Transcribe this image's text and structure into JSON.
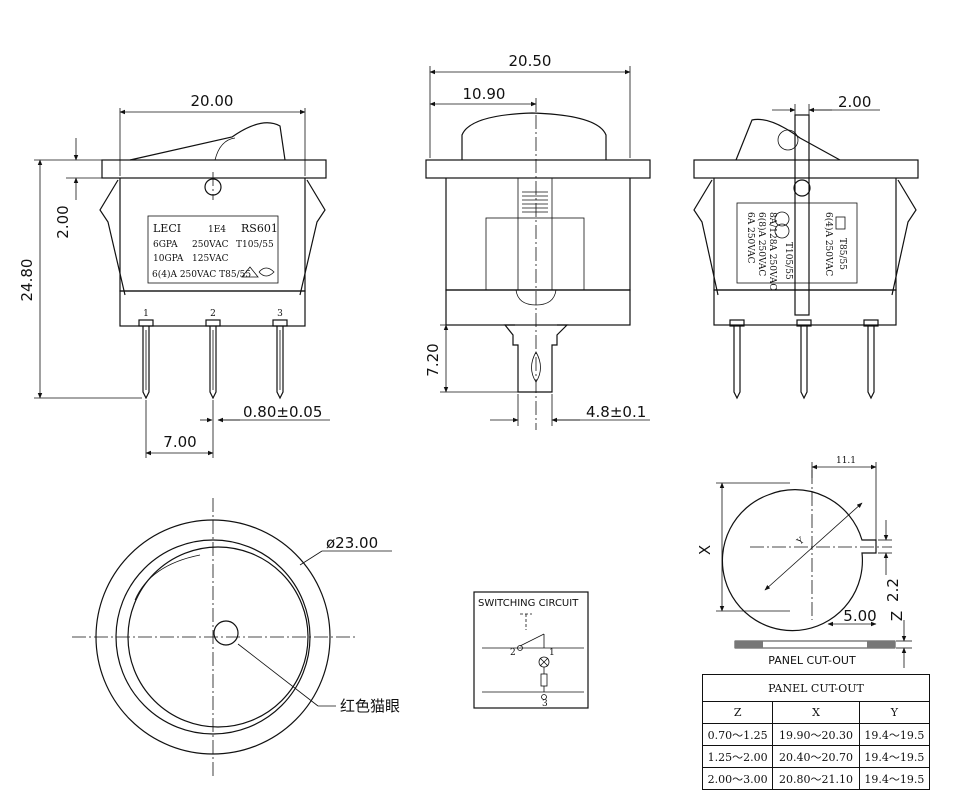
{
  "dims": {
    "top_width": "20.00",
    "height_total": "24.80",
    "flange_h": "2.00",
    "pin_w": "0.80±0.05",
    "pin_pitch": "7.00",
    "front_width": "20.50",
    "actuator_w": "10.90",
    "pin_len": "7.20",
    "tab_w": "4.8±0.1",
    "side_2": "2.00",
    "dia": "ø23.00",
    "cut_11": "11.1",
    "cut_22": "2.2",
    "cut_5": "5.00",
    "x_label": "X",
    "y_label": "Y",
    "z_label": "Z"
  },
  "label": {
    "brand": "LECI",
    "code": "1E4",
    "model": "RS601",
    "line1a": "6GPA",
    "line1b": "250VAC",
    "line1c": "T105/55",
    "line2a": "10GPA",
    "line2b": "125VAC",
    "line3": "6(4)A 250VAC T85/55"
  },
  "side_label": {
    "l1": "6A 250VAC",
    "l2": "6(8)A 250VAC",
    "l3": "8A/128A 250VAC",
    "l4": "T105/55",
    "l5": "6(4)A 250VAC",
    "l6": "T85/55"
  },
  "pins": [
    "1",
    "2",
    "3"
  ],
  "eye_label": "红色猫眼",
  "circuit": {
    "title": "SWITCHING CIRCUIT",
    "n1": "1",
    "n2": "2",
    "n3": "3"
  },
  "panel_cutout_caption": "PANEL CUT-OUT",
  "cutout_table": {
    "title": "PANEL CUT-OUT",
    "headers": [
      "Z",
      "X",
      "Y"
    ],
    "rows": [
      [
        "0.70～1.25",
        "19.90～20.30",
        "19.4～19.5"
      ],
      [
        "1.25～2.00",
        "20.40～20.70",
        "19.4～19.5"
      ],
      [
        "2.00～3.00",
        "20.80～21.10",
        "19.4～19.5"
      ]
    ]
  }
}
